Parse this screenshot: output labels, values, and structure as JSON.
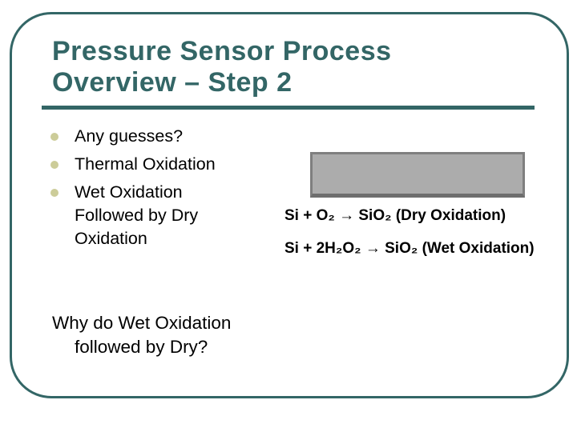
{
  "slide": {
    "title": {
      "line1": "Pressure Sensor Process",
      "line2": "Overview – Step 2"
    },
    "bullets": [
      {
        "line1": "Any guesses?"
      },
      {
        "line1": "Thermal Oxidation"
      },
      {
        "line1": "Wet Oxidation",
        "line2": "Followed by Dry",
        "line3": "Oxidation"
      }
    ],
    "equations": [
      {
        "text": "Si + O₂ → SiO₂ (Dry Oxidation)"
      },
      {
        "text": "Si + 2H₂O₂ → SiO₂  (Wet Oxidation)"
      }
    ],
    "question": {
      "line1": "Why do Wet Oxidation",
      "line2": "followed by Dry?"
    },
    "colors": {
      "accent_teal": "#336666",
      "bullet_khaki": "#CCCC99",
      "placeholder_fill": "#ACACAC",
      "placeholder_border": "#7F7F7F",
      "body_text": "#000000"
    }
  }
}
